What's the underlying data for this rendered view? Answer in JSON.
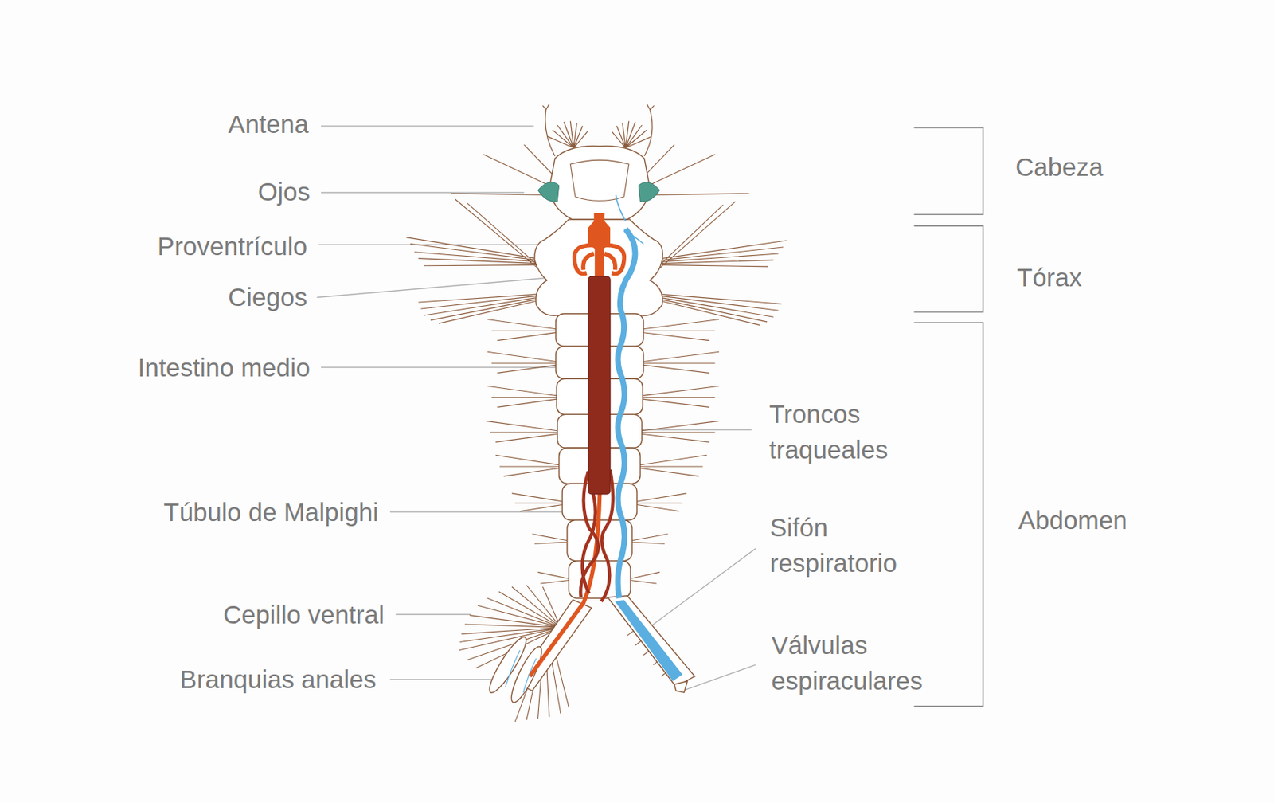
{
  "diagram": {
    "labels": [
      "Antena",
      "Ojos",
      "Proventrículo",
      "Ciegos",
      "Intestino medio",
      "Túbulo de Malpighi",
      "Cepillo ventral",
      "Branquias anales",
      "Troncos traqueales",
      "Sifón respiratorio",
      "Válvulas espiraculares",
      "Cabeza",
      "Tórax",
      "Abdomen"
    ]
  }
}
